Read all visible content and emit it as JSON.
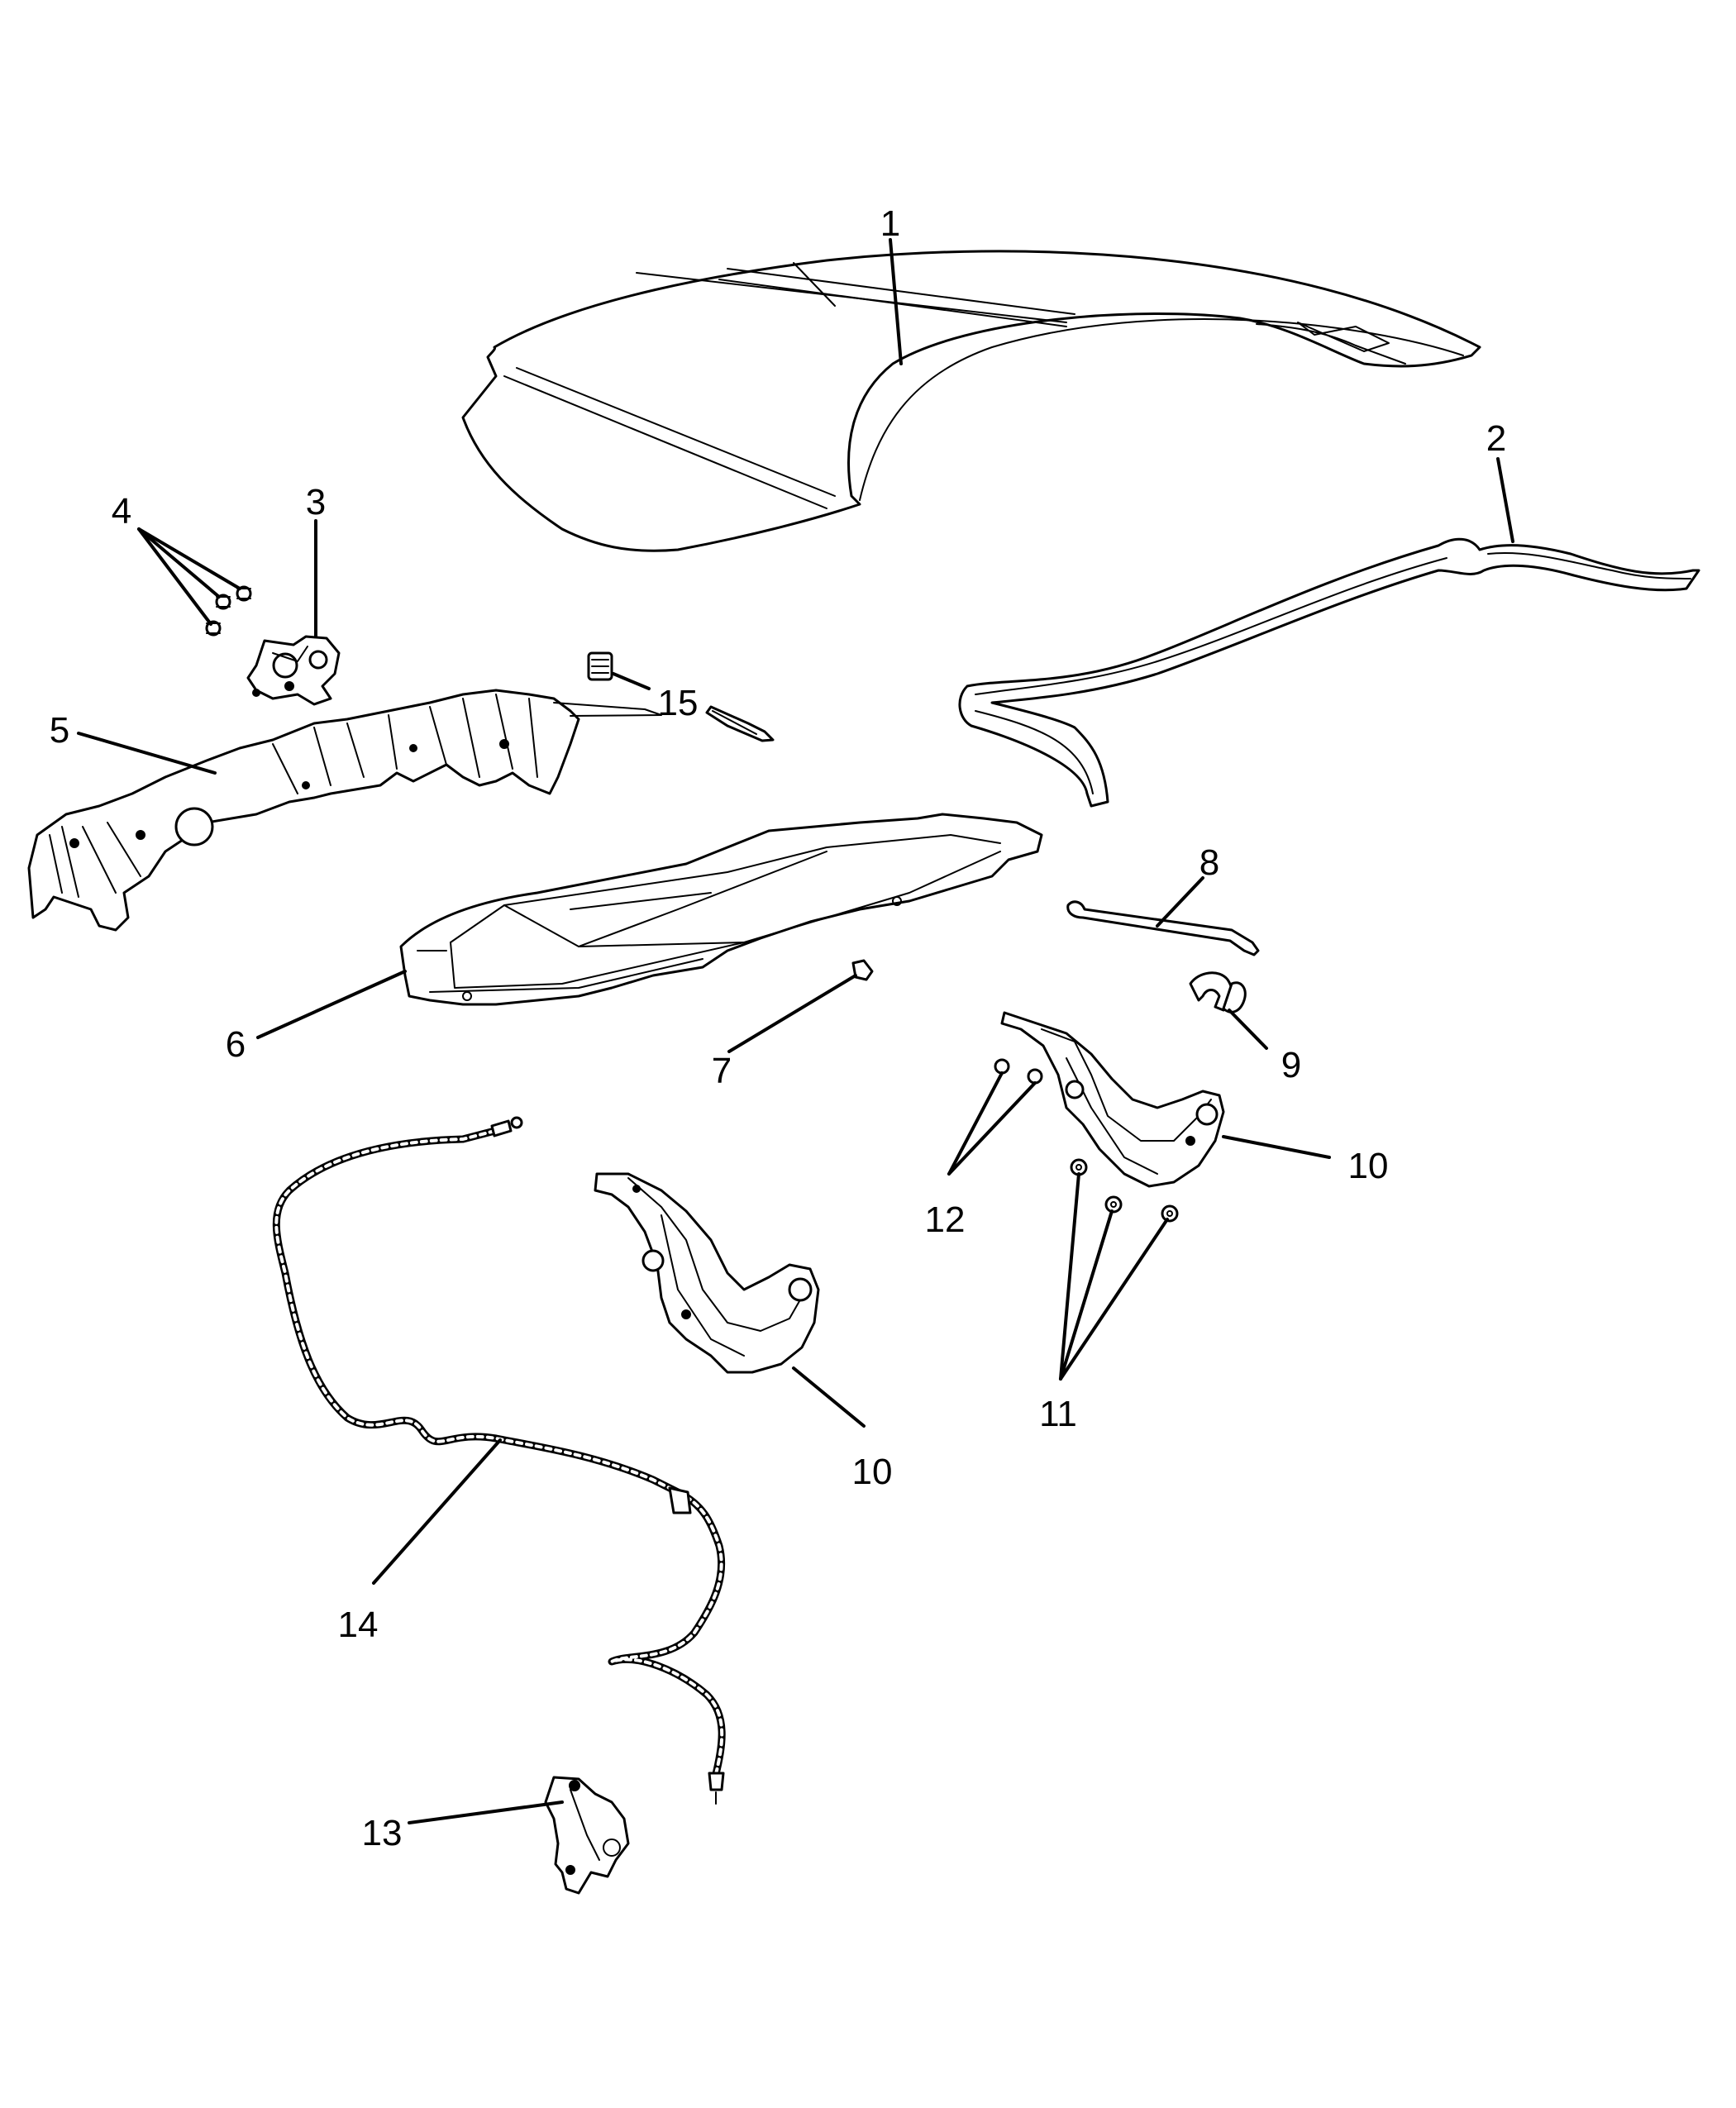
{
  "colors": {
    "line": "#000000",
    "background": "#ffffff"
  },
  "callouts": [
    {
      "id": "1",
      "text": "1"
    },
    {
      "id": "2",
      "text": "2"
    },
    {
      "id": "3",
      "text": "3"
    },
    {
      "id": "4",
      "text": "4"
    },
    {
      "id": "5",
      "text": "5"
    },
    {
      "id": "6",
      "text": "6"
    },
    {
      "id": "7",
      "text": "7"
    },
    {
      "id": "8",
      "text": "8"
    },
    {
      "id": "9",
      "text": "9"
    },
    {
      "id": "10a",
      "text": "10"
    },
    {
      "id": "10b",
      "text": "10"
    },
    {
      "id": "11",
      "text": "11"
    },
    {
      "id": "12",
      "text": "12"
    },
    {
      "id": "13",
      "text": "13"
    },
    {
      "id": "14",
      "text": "14"
    },
    {
      "id": "15",
      "text": "15"
    }
  ]
}
